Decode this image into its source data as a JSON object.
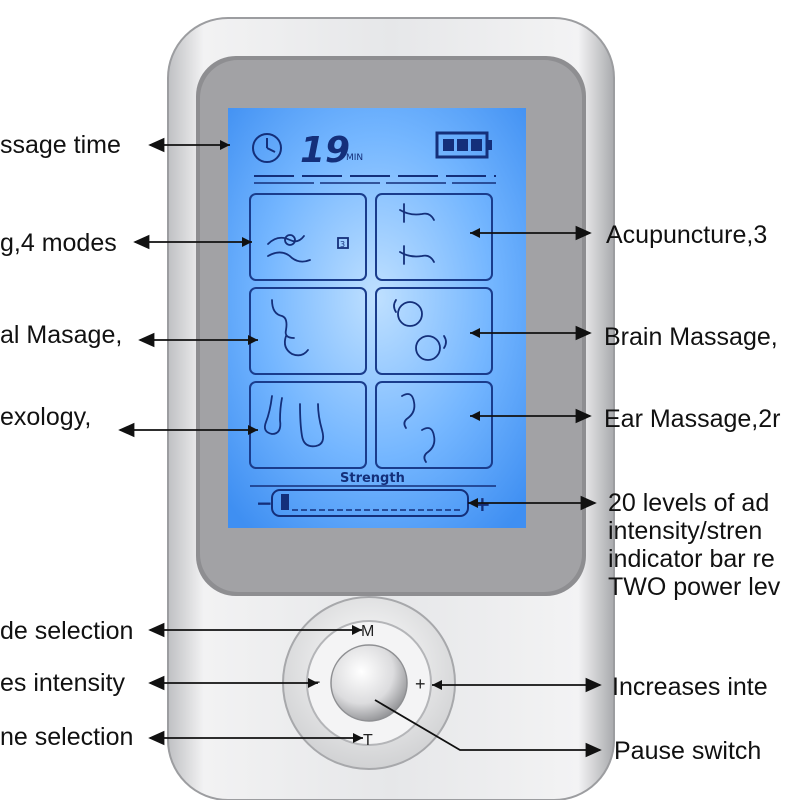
{
  "device": {
    "timer_value": "19",
    "timer_unit": "MIN",
    "strength_label": "Strength",
    "minus_symbol": "−",
    "plus_symbol": "+",
    "mode_badge": "3",
    "button_m": "M",
    "button_t": "T",
    "button_minus": "−",
    "button_plus": "+"
  },
  "left_labels": [
    "ssage time",
    "g,4 modes",
    "al Masage,",
    "exology,",
    "de selection",
    "es intensity",
    "ne selection"
  ],
  "right_labels": [
    "Acupuncture,3",
    "Brain Massage,",
    "Ear Massage,2r",
    "20 levels of ad",
    "intensity/stren",
    "indicator bar re",
    "TWO power lev",
    "Increases inte",
    "Pause switch"
  ],
  "icons": [
    "clock-icon",
    "battery-icon",
    "massage-hand-icon",
    "acupuncture-icon",
    "stomach-icon",
    "head-icon",
    "foot-icon",
    "ear-icon"
  ],
  "colors": {
    "lcd": "#5aa8ff",
    "lcd_line": "#123a8a",
    "body": "#d9dadc",
    "bezel": "#8f8f91"
  }
}
